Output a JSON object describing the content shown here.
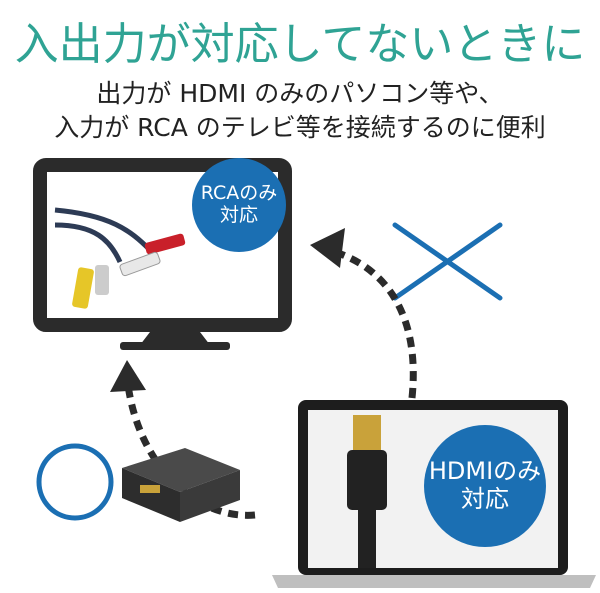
{
  "title": "入出力が対応してないときに",
  "subtitle": {
    "line1": "出力が HDMI のみのパソコン等や、",
    "line2": "入力が RCA のテレビ等を接続するのに便利"
  },
  "tv_badge": {
    "line1": "RCAのみ",
    "line2": "対応"
  },
  "laptop_badge": {
    "line1": "HDMIのみ",
    "line2": "対応"
  },
  "colors": {
    "title": "#2fa394",
    "accent_blue": "#1b6fb3",
    "dark": "#2b2b2b"
  },
  "icons": [
    "ok-circle-icon",
    "ng-cross-icon"
  ]
}
